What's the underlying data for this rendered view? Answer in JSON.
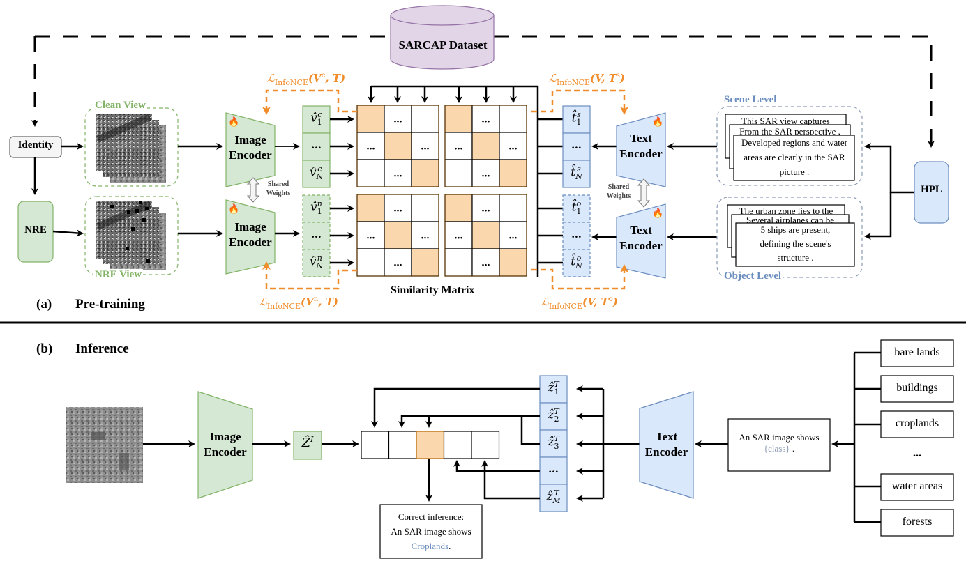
{
  "figure": {
    "dataset_label": "SARCAP Dataset",
    "colors": {
      "green_fill": "#d5e8d4",
      "green_stroke": "#82b366",
      "blue_fill": "#dae8fc",
      "blue_stroke": "#6c8ebf",
      "purple_fill": "#e1d5e7",
      "purple_stroke": "#9673a6",
      "orange_fill": "#fad7ac",
      "orange_stroke": "#b46504",
      "loss_orange": "#f08c2a",
      "gray_fill": "#f5f5f5"
    }
  },
  "pretraining": {
    "section_label": "(a)",
    "section_title": "Pre-training",
    "identity_label": "Identity",
    "nre_label": "NRE",
    "hpl_label": "HPL",
    "clean_view_label": "Clean View",
    "nre_view_label": "NRE View",
    "image_encoder_top": "Image Encoder",
    "image_encoder_bottom": "Image Encoder",
    "text_encoder_top": "Text Encoder",
    "text_encoder_bottom": "Text Encoder",
    "shared_weights_left": "Shared Weights",
    "shared_weights_right": "Shared Weights",
    "trainable_icon": "fire-icon",
    "clean_embeddings": [
      {
        "base": "v̂",
        "sup": "c",
        "sub": "1"
      },
      {
        "base": "...",
        "sup": "",
        "sub": ""
      },
      {
        "base": "v̂",
        "sup": "c",
        "sub": "N"
      }
    ],
    "nre_embeddings": [
      {
        "base": "v̂",
        "sup": "n",
        "sub": "1"
      },
      {
        "base": "...",
        "sup": "",
        "sub": ""
      },
      {
        "base": "v̂",
        "sup": "n",
        "sub": "N"
      }
    ],
    "scene_embeddings": [
      {
        "base": "t̂",
        "sup": "s",
        "sub": "1"
      },
      {
        "base": "...",
        "sup": "",
        "sub": ""
      },
      {
        "base": "t̂",
        "sup": "s",
        "sub": "N"
      }
    ],
    "object_embeddings": [
      {
        "base": "t̂",
        "sup": "o",
        "sub": "1"
      },
      {
        "base": "...",
        "sup": "",
        "sub": ""
      },
      {
        "base": "t̂",
        "sup": "o",
        "sub": "N"
      }
    ],
    "similarity_matrix_label": "Similarity Matrix",
    "matrix_cell_ellipsis": "...",
    "losses": {
      "clean_text": {
        "L": "ℒ",
        "sub": "InfoNCE",
        "args": "(V",
        "sup": "c",
        "rest": ", T)"
      },
      "vision_scene": {
        "L": "ℒ",
        "sub": "InfoNCE",
        "args": "(V, T",
        "sup": "s",
        "rest": ")"
      },
      "nre_text": {
        "L": "ℒ",
        "sub": "InfoNCE",
        "args": "(V",
        "sup": "n",
        "rest": ", T)"
      },
      "vision_object": {
        "L": "ℒ",
        "sub": "InfoNCE",
        "args": "(V, T",
        "sup": "o",
        "rest": ")"
      }
    },
    "scene_level": {
      "label": "Scene Level",
      "captions": [
        "This SAR view captures",
        "From the SAR perspective ,",
        "Developed regions and water areas are clearly in the SAR picture ."
      ]
    },
    "object_level": {
      "label": "Object Level",
      "captions": [
        "The urban zone lies to the",
        "Several airplanes can be",
        "5 ships are present, defining the scene's structure ."
      ]
    }
  },
  "inference": {
    "section_label": "(b)",
    "section_title": "Inference",
    "image_encoder": "Image Encoder",
    "text_encoder": "Text Encoder",
    "image_embedding": {
      "base": "Ẑ",
      "sup": "I"
    },
    "text_embeddings": [
      {
        "base": "ẑ",
        "sup": "T",
        "sub": "1"
      },
      {
        "base": "ẑ",
        "sup": "T",
        "sub": "2"
      },
      {
        "base": "ẑ",
        "sup": "T",
        "sub": "3"
      },
      {
        "base": "...",
        "sup": "",
        "sub": ""
      },
      {
        "base": "ẑ",
        "sup": "T",
        "sub": "M"
      }
    ],
    "score_cells": 5,
    "selected_cell_index": 2,
    "prompt_template": {
      "prefix": "An SAR image shows",
      "placeholder": "{class}",
      "suffix": " ."
    },
    "result": {
      "line1": "Correct inference:",
      "line2": "An SAR image shows",
      "class_name": "Croplands",
      "suffix": "."
    },
    "classes": [
      "bare lands",
      "buildings",
      "croplands",
      "...",
      "water areas",
      "forests"
    ]
  }
}
